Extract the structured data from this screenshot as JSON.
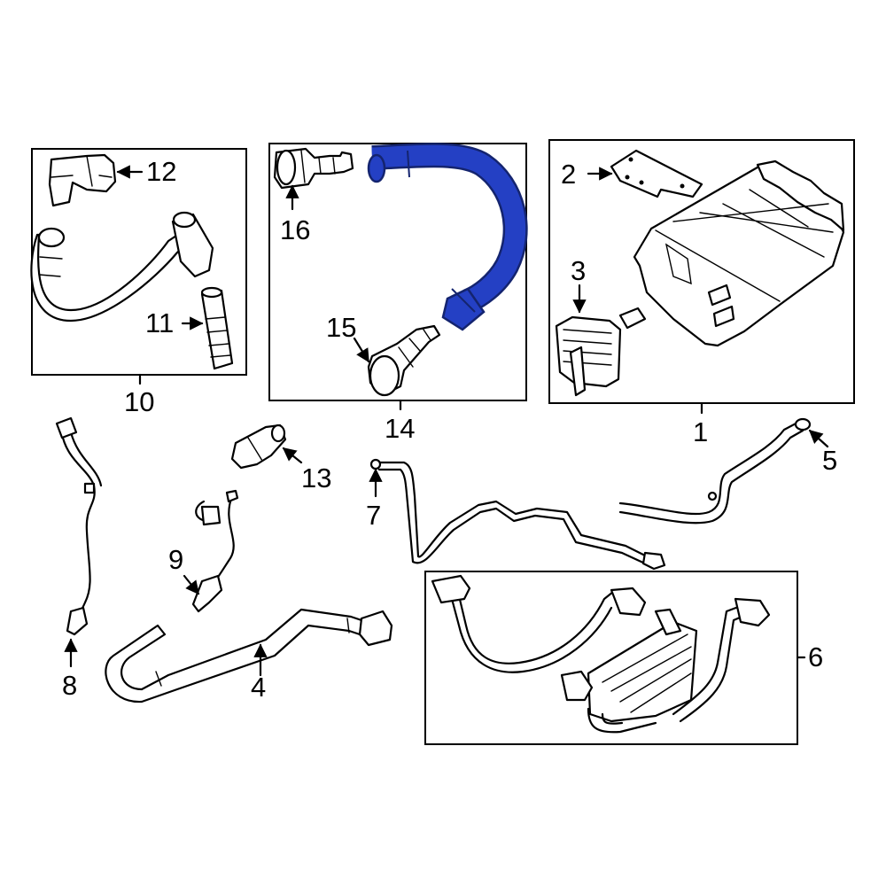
{
  "callouts": {
    "c1": "1",
    "c2": "2",
    "c3": "3",
    "c4": "4",
    "c5": "5",
    "c6": "6",
    "c7": "7",
    "c8": "8",
    "c9": "9",
    "c10": "10",
    "c11": "11",
    "c12": "12",
    "c13": "13",
    "c14": "14",
    "c15": "15",
    "c16": "16"
  },
  "colors": {
    "highlight": "#2440c4",
    "highlight_dark": "#14246f",
    "line": "#000000",
    "background": "#ffffff"
  },
  "highlighted_part": "c14"
}
